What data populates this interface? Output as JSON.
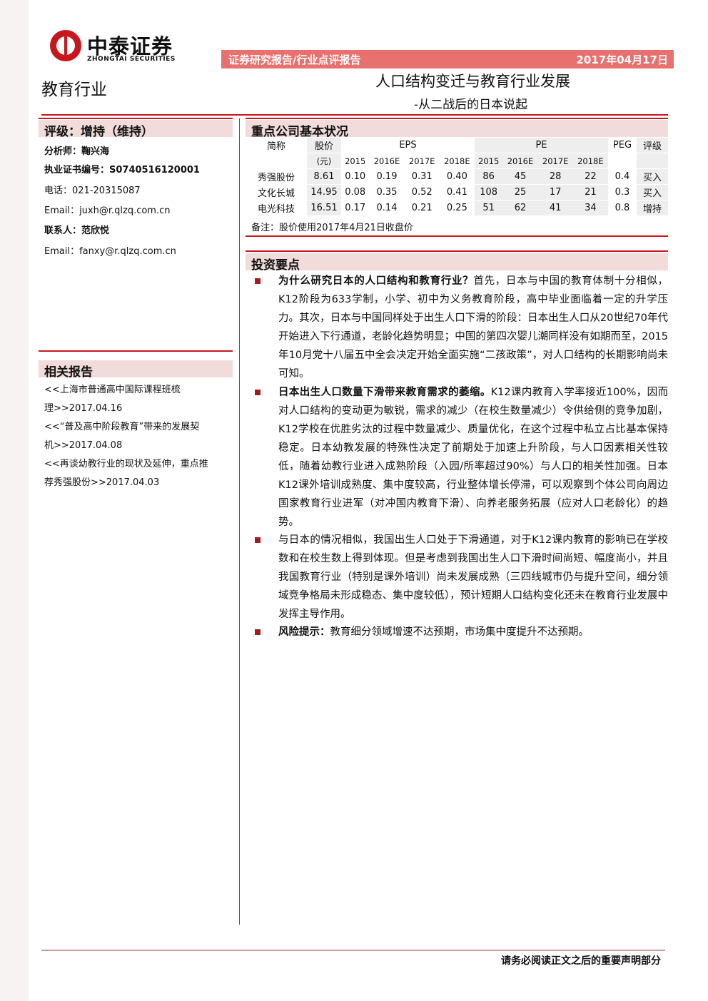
{
  "header": {
    "logo_cn": "中泰证券",
    "logo_en": "ZHONGTAI SECURITIES",
    "report_type": "证券研究报告/行业点评报告",
    "date": "2017年04月17日",
    "industry": "教育行业",
    "title": "人口结构变迁与教育行业发展",
    "subtitle": "-从二战后的日本说起"
  },
  "sidebar": {
    "rating": "评级：增持（维持）",
    "analyst_label": "分析师：",
    "analyst_name": "鞠兴海",
    "cert_label": "执业证书编号：",
    "cert_no": "S0740516120001",
    "phone": "电话：021-20315087",
    "email1": "Email：juxh@r.qlzq.com.cn",
    "contact_label": "联系人：",
    "contact_name": "范欣悦",
    "email2": "Email：fanxy@r.qlzq.com.cn",
    "related_title": "相关报告",
    "reports": [
      {
        "l1": "<<上海市普通高中国际课程班梳",
        "l2": "理>>2017.04.16"
      },
      {
        "l1": "<<“普及高中阶段教育”带来的发展契",
        "l2": "机>>2017.04.08"
      },
      {
        "l1": "<<再谈幼教行业的现状及延伸，重点推",
        "l2": "荐秀强股份>>2017.04.03"
      }
    ]
  },
  "table": {
    "section_title": "重点公司基本状况",
    "h_name": "简称",
    "h_price": "股价",
    "h_price_unit": "(元)",
    "h_eps": "EPS",
    "h_pe": "PE",
    "h_peg": "PEG",
    "h_rating": "评级",
    "years": [
      "2015",
      "2016E",
      "2017E",
      "2018E",
      "2015",
      "2016E",
      "2017E",
      "2018E"
    ],
    "rows": [
      {
        "name": "秀强股份",
        "price": "8.61",
        "v": [
          "0.10",
          "0.19",
          "0.31",
          "0.40",
          "86",
          "45",
          "28",
          "22"
        ],
        "peg": "0.4",
        "rating": "买入"
      },
      {
        "name": "文化长城",
        "price": "14.95",
        "v": [
          "0.08",
          "0.35",
          "0.52",
          "0.41",
          "108",
          "25",
          "17",
          "21"
        ],
        "peg": "0.3",
        "rating": "买入"
      },
      {
        "name": "电光科技",
        "price": "16.51",
        "v": [
          "0.17",
          "0.14",
          "0.21",
          "0.25",
          "51",
          "62",
          "41",
          "34"
        ],
        "peg": "0.8",
        "rating": "增持"
      }
    ],
    "note": "备注：股价使用2017年4月21日收盘价"
  },
  "invest": {
    "section_title": "投资要点",
    "p1_bold": "为什么研究日本的人口结构和教育行业？",
    "p1": "首先，日本与中国的教育体制十分相似，K12阶段为633学制，小学、初中为义务教育阶段，高中毕业面临着一定的升学压力。其次，日本与中国同样处于出生人口下滑的阶段：日本出生人口从20世纪70年代开始进入下行通道，老龄化趋势明显；中国的第四次婴儿潮同样没有如期而至，2015年10月党十八届五中全会决定开始全面实施“二孩政策”，对人口结构的长期影响尚未可知。",
    "p2_bold": "日本出生人口数量下滑带来教育需求的萎缩。",
    "p2": "K12课内教育入学率接近100%，因而对人口结构的变动更为敏锐，需求的减少（在校生数量减少）令供给侧的竞争加剧，K12学校在优胜劣汰的过程中数量减少、质量优化，在这个过程中私立占比基本保持稳定。日本幼教发展的特殊性决定了前期处于加速上升阶段，与人口因素相关性较低，随着幼教行业进入成熟阶段（入园/所率超过90%）与人口的相关性加强。日本K12课外培训成熟度、集中度较高，行业整体增长停滞，可以观察到个体公司向周边国家教育行业进军（对冲国内教育下滑）、向养老服务拓展（应对人口老龄化）的趋势。",
    "p3": "与日本的情况相似，我国出生人口处于下滑通道，对于K12课内教育的影响已在学校数和在校生数上得到体现。但是考虑到我国出生人口下滑时间尚短、幅度尚小，并且我国教育行业（特别是课外培训）尚未发展成熟（三四线城市仍与提升空间，细分领域竞争格局未形成稳态、集中度较低），预计短期人口结构变化还未在教育行业发展中发挥主导作用。",
    "p4_bold": "风险提示：",
    "p4": "教育细分领域增速不达预期，市场集中度提升不达预期。"
  },
  "footer": "请务必阅读正文之后的重要声明部分",
  "colors": {
    "brand_red": "#c8161d",
    "bar_pink": "#e8706e",
    "section_bg": "#f2dcdb"
  }
}
